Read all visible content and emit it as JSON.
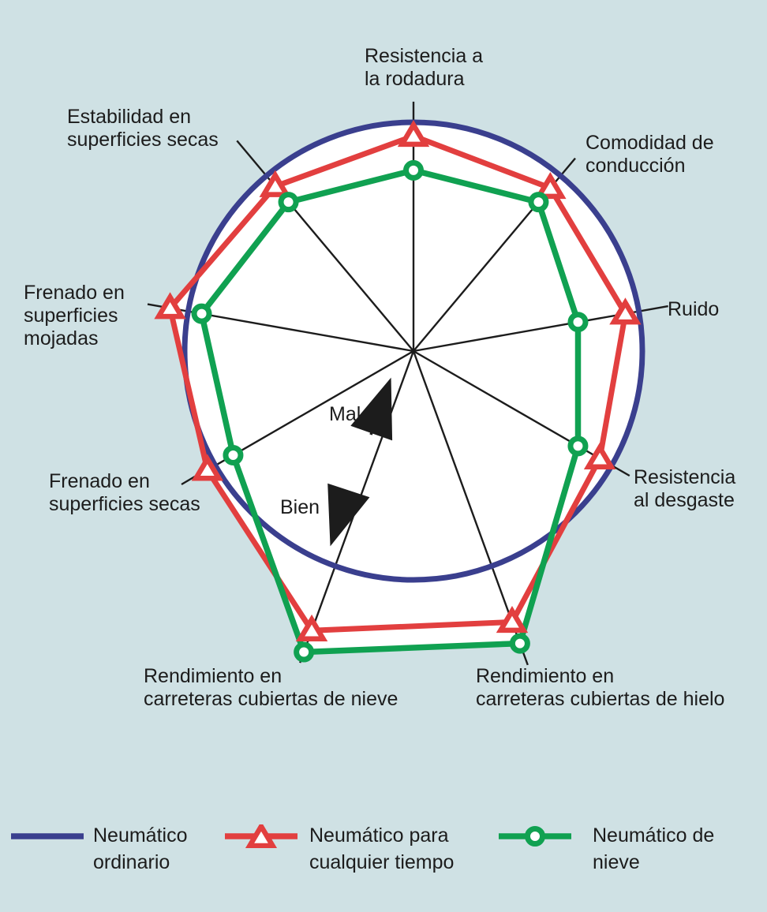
{
  "background_color": "#cfe1e4",
  "plot_fill_color": "#ffffff",
  "axis_line_color": "#1c1c1c",
  "chart_data": {
    "type": "radar",
    "description": "Comparison of tire types across 9 performance criteria; the ordinary tire is the reference circle (value 100), arrows show that outward = Bien (good), inward = Mal (bad)",
    "axes": [
      {
        "label": "Resistencia a\nla rodadura"
      },
      {
        "label": "Comodidad de\nconducción"
      },
      {
        "label": "Ruido"
      },
      {
        "label": "Resistencia\nal desgaste"
      },
      {
        "label": "Rendimiento en\ncarreteras cubiertas de hielo"
      },
      {
        "label": "Rendimiento en\ncarreteras cubiertas de nieve"
      },
      {
        "label": "Frenado en\nsuperficies secas"
      },
      {
        "label": "Frenado en\nsuperficies\nmojadas"
      },
      {
        "label": "Estabilidad en\nsuperficies secas"
      }
    ],
    "scale_note": {
      "inner_label": "Mal",
      "outer_label": "Bien"
    },
    "series": [
      {
        "name": "Neumático\nordinario",
        "color": "#3a3f8e",
        "marker": "none",
        "shape": "reference-circle",
        "values": [
          100,
          100,
          100,
          100,
          100,
          100,
          100,
          100,
          100
        ]
      },
      {
        "name": "Neumático para\ncualquier tiempo",
        "color": "#e23f3f",
        "marker": "triangle",
        "shape": "polygon",
        "values": [
          94,
          93,
          94,
          94,
          126,
          130,
          104,
          108,
          94
        ]
      },
      {
        "name": "Neumático de\nnieve",
        "color": "#10a151",
        "marker": "circle",
        "shape": "polygon",
        "values": [
          79,
          85,
          73,
          83,
          136,
          140,
          91,
          94,
          85
        ]
      }
    ]
  }
}
